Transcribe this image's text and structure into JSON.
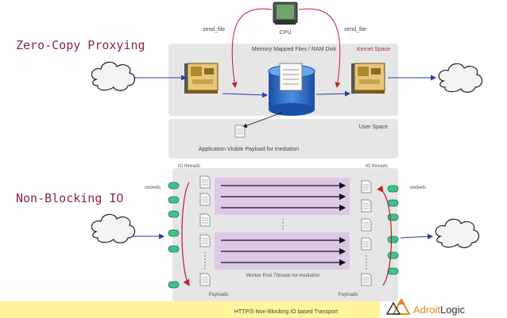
{
  "zero_copy": {
    "heading": "Zero-Copy Proxying",
    "send_file_left": "send_file",
    "send_file_right": "send_file",
    "cpu_label": "CPU",
    "mmap_label": "Memory Mapped Files / RAM Disk",
    "kernel_label": "Kernel Space",
    "user_label": "User Space",
    "payload_label": "Application Visible Payload for mediation"
  },
  "non_blocking": {
    "heading": "Non-Blocking IO",
    "io_threads_left": "IO threads",
    "io_threads_right": "IO threads",
    "sockets_left": "sockets",
    "sockets_right": "sockets",
    "worker_label": "Worker Pool Threads for mediation",
    "payloads_left": "Payloads",
    "payloads_right": "Payloads"
  },
  "footer": {
    "caption": "HTTP/S Non-Blocking IO based Transport",
    "brand_part1": "Adroit",
    "brand_part2": "Logic"
  },
  "colors": {
    "heading": "#8b2252",
    "panel": "#e6e6e6",
    "footer_band": "#fff59a",
    "worker_band": "#ddc8e8",
    "socket_green": "#3cc48a",
    "arrow_red": "#c0202a",
    "arrow_blue": "#2a3aa8",
    "brand_orange": "#e08a1e"
  }
}
